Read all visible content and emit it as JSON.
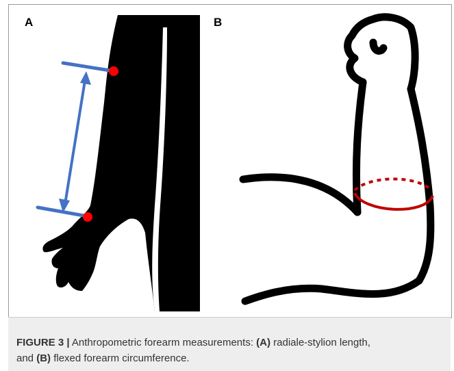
{
  "figure": {
    "panel_labels": {
      "a": "A",
      "b": "B"
    },
    "caption": {
      "figure_label": "FIGURE 3 |",
      "text_1": " Anthropometric forearm measurements: ",
      "panel_a_ref": "(A)",
      "text_2": " radiale-stylion length,",
      "text_3": "and ",
      "panel_b_ref": "(B)",
      "text_4": " flexed forearm circumference."
    }
  },
  "colors": {
    "silhouette": "#000000",
    "measure_line": "#4472c4",
    "landmark_dot": "#ff0000",
    "circumference": "#c00000",
    "caption_background": "#eeeeee"
  }
}
